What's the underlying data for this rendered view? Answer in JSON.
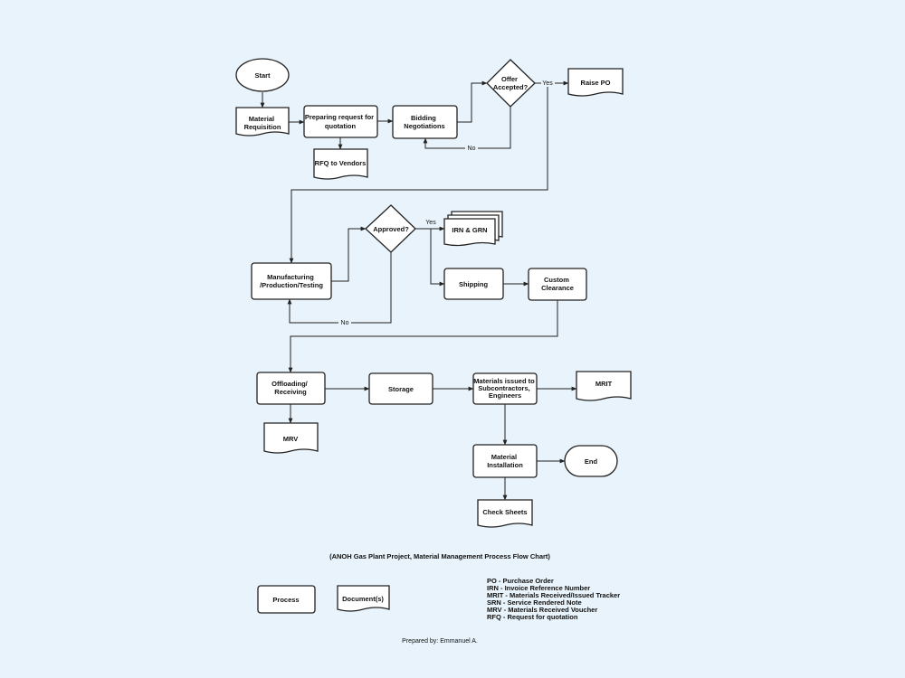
{
  "nodes": {
    "start": "Start",
    "material_requisition": [
      "Material",
      "Requisition"
    ],
    "preparing_rfq": [
      "Preparing request for",
      "quotation"
    ],
    "rfq_to_vendors": "RFQ to Vendors",
    "bidding": [
      "Bidding",
      "Negotiations"
    ],
    "offer_accepted": [
      "Offer",
      "Accepted?"
    ],
    "raise_po": "Raise PO",
    "manufacturing": [
      "Manufacturing",
      "/Production/Testing"
    ],
    "approved": "Approved?",
    "irn_grn": "IRN & GRN",
    "shipping": "Shipping",
    "custom_clearance": [
      "Custom",
      "Clearance"
    ],
    "offloading": [
      "Offloading/",
      "Receiving"
    ],
    "mrv": "MRV",
    "storage": "Storage",
    "materials_issued": [
      "Materials issued to",
      "Subcontractors,",
      "Engineers"
    ],
    "mrit": "MRIT",
    "material_installation": [
      "Material",
      "Installation"
    ],
    "end": "End",
    "check_sheets": "Check Sheets"
  },
  "edges": {
    "yes": "Yes",
    "no": "No"
  },
  "caption": "(ANOH Gas Plant Project, Material Management Process Flow Chart)",
  "legend": {
    "process": "Process",
    "document": "Document(s)"
  },
  "abbreviations": [
    "PO - Purchase Order",
    "IRN - Invoice Reference Number",
    "MRIT - Materials Received/Issued Tracker",
    "SRN - Service Rendered Note",
    "MRV - Materials Received Voucher",
    "RFQ - Request for quotation"
  ],
  "prepared_by": "Prepared by: Emmanuel A."
}
